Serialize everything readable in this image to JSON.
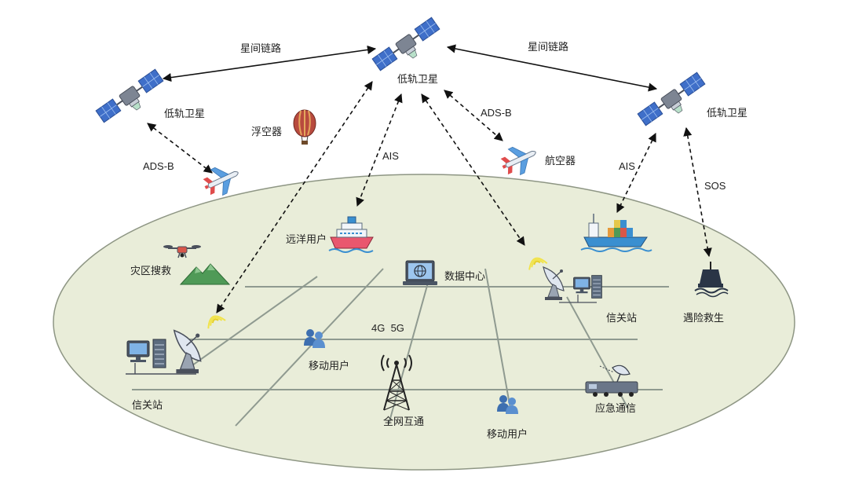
{
  "diagram": {
    "labels": {
      "sat_top": "低轨卫星",
      "sat_left": "低轨卫星",
      "sat_right": "低轨卫星",
      "isl_left": "星间链路",
      "isl_right": "星间链路",
      "adsb_left": "ADS-B",
      "adsb_right": "ADS-B",
      "ais_left": "AIS",
      "ais_right": "AIS",
      "sos": "SOS",
      "balloon": "浮空器",
      "aircraft": "航空器",
      "ocean_user": "远洋用户",
      "disaster_rescue": "灾区搜救",
      "data_center": "数据中心",
      "gateway_right": "信关站",
      "gateway_left": "信关站",
      "rescue": "遇险救生",
      "mobile_user_left": "移动用户",
      "mobile_user_bottom": "移动用户",
      "network_4g5g": "4G  5G",
      "full_network": "全网互通",
      "emergency_comm": "应急通信"
    },
    "colors": {
      "ellipse_fill": "#e9edd9",
      "ellipse_stroke": "#8e9684",
      "panel_blue": "#3f6fc9",
      "plane_red": "#e04c4c",
      "balloon_red": "#b84a3e",
      "mountain_green": "#4f9a57",
      "ship_blue": "#3a8fd0",
      "signal_yellow": "#f1e34a"
    },
    "icons": [
      "satellite-icon",
      "airplane-icon",
      "balloon-icon",
      "ship-icon",
      "cargo-ship-icon",
      "drone-icon",
      "mountain-icon",
      "computer-icon",
      "server-rack-icon",
      "satellite-dish-icon",
      "signal-waves-icon",
      "buoy-icon",
      "users-icon",
      "cell-tower-icon",
      "emergency-vehicle-icon"
    ]
  }
}
